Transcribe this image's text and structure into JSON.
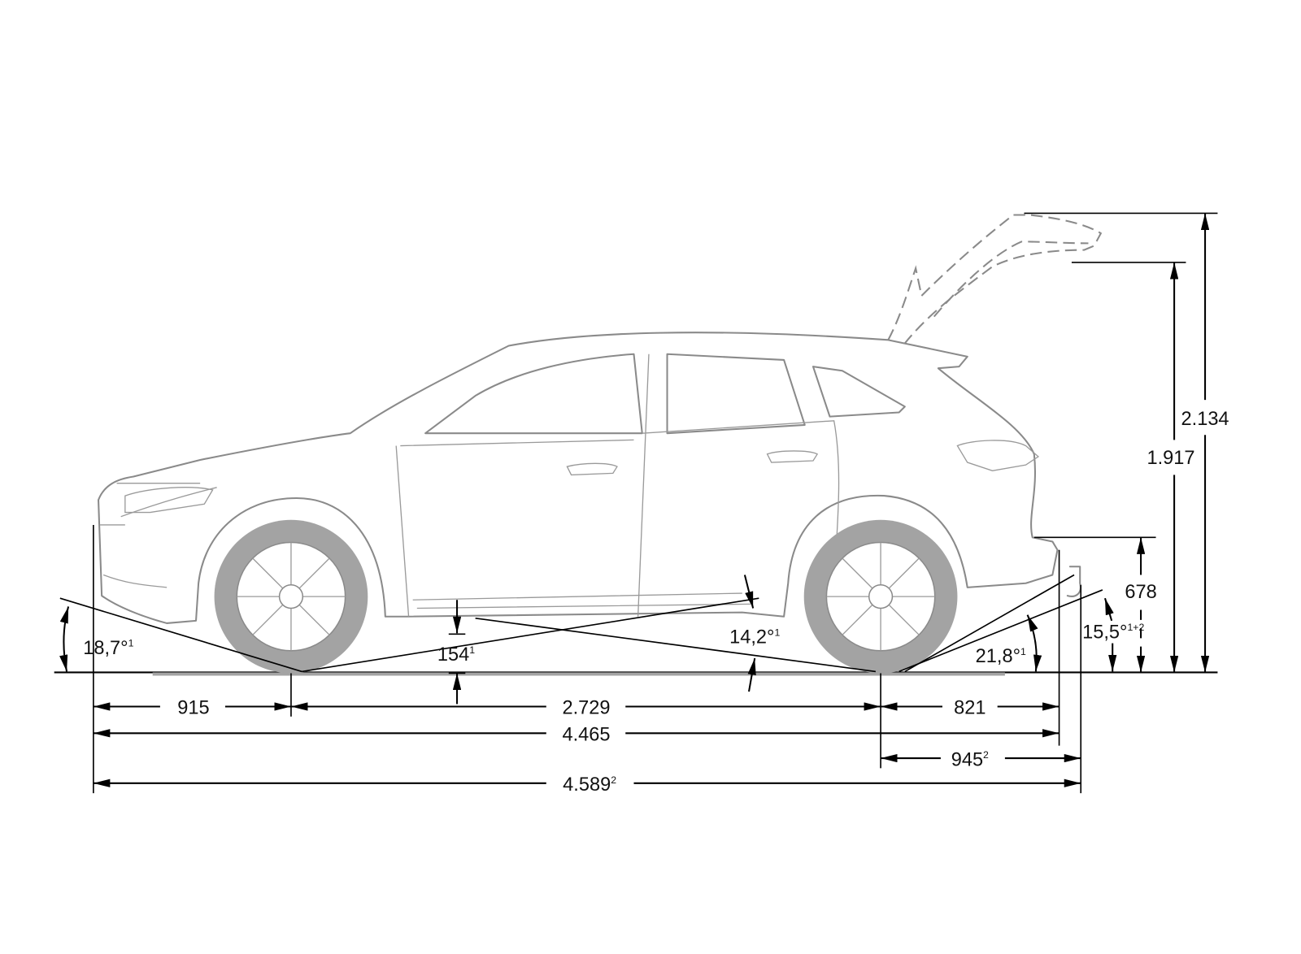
{
  "dimensions": {
    "front_overhang": "915",
    "wheelbase": "2.729",
    "rear_overhang": "821",
    "length": "4.465",
    "rear_overhang_towbar": {
      "value": "945",
      "note": "2"
    },
    "length_towbar": {
      "value": "4.589",
      "note": "2"
    },
    "height_tailgate_open": "2.134",
    "height_tailgate_lower": "1.917",
    "loading_sill_height": "678",
    "ground_clearance": {
      "value": "154",
      "note": "1"
    },
    "approach_angle": {
      "value": "18,7°",
      "note": "1"
    },
    "ramp_angle": {
      "value": "14,2°",
      "note": "1"
    },
    "departure_angle": {
      "value": "21,8°",
      "note": "1"
    },
    "departure_angle_towbar": {
      "value": "15,5°",
      "note": "1+2"
    }
  },
  "colors": {
    "car_line": "#8a8a8a",
    "tire": "#a3a3a3",
    "dimension": "#000000"
  }
}
